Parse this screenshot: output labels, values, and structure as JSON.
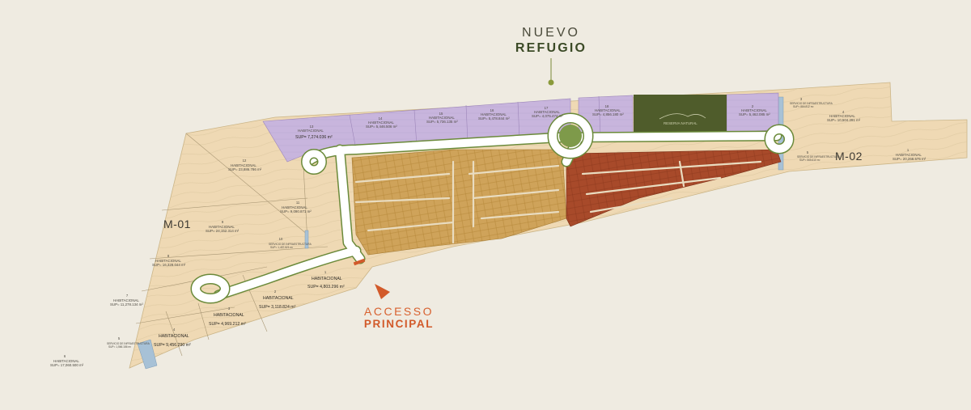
{
  "titles": {
    "nuevo_line1": "NUEVO",
    "nuevo_line2": "REFUGIO",
    "acceso_line1": "ACCESSO",
    "acceso_line2": "PRINCIPAL"
  },
  "zones": {
    "m01": "M-01",
    "m02": "M-02"
  },
  "lots_left": [
    {
      "num": "12",
      "type": "HABITACIONAL",
      "area": "SUP= 23,886.786 m²"
    },
    {
      "num": "11",
      "type": "HABITACIONAL",
      "area": "SUP= 9,090.871 m²"
    },
    {
      "num": "9",
      "type": "HABITACIONAL",
      "area": "SUP= 24,152.314 m²"
    },
    {
      "num": "8",
      "type": "HABITACIONAL",
      "area": "SUP= 16,328.044 m²"
    },
    {
      "num": "7",
      "type": "HABITACIONAL",
      "area": "SUP= 11,278.134 m²"
    },
    {
      "num": "6",
      "type": "HABITACIONAL",
      "area": "SUP= 17,060.500 m²"
    },
    {
      "num": "5",
      "type": "SERVICIO DE INFRAESTRUCTURA",
      "area": "SUP= 1,566.186 m²"
    },
    {
      "num": "10",
      "type": "SERVICIO DE INFRAESTRUCTURA",
      "area": "SUP= 1,457.521 m²"
    }
  ],
  "lots_front": [
    {
      "num": "1",
      "type": "HABITACIONAL",
      "area": "SUP= 4,803.296 m²"
    },
    {
      "num": "2",
      "type": "HABITACIONAL",
      "area": "SUP= 3,118.824 m²"
    },
    {
      "num": "3",
      "type": "HABITACIONAL",
      "area": "SUP= 4,969.212 m²"
    },
    {
      "num": "4",
      "type": "HABITACIONAL",
      "area": "SUP= 9,456.290 m²"
    }
  ],
  "lots_north": [
    {
      "num": "13",
      "type": "HABITACIONAL",
      "area": "SUP= 7,274.036 m²"
    },
    {
      "num": "14",
      "type": "HABITACIONAL",
      "area": "SUP= 5,446.506 m²"
    },
    {
      "num": "15",
      "type": "HABITACIONAL",
      "area": "SUP= 5,736.135 m²"
    },
    {
      "num": "16",
      "type": "HABITACIONAL",
      "area": "SUP= 5,478.844 m²"
    },
    {
      "num": "17",
      "type": "HABITACIONAL",
      "area": "SUP= 4,075.474 m²"
    },
    {
      "num": "18",
      "type": "HABITACIONAL",
      "area": "SUP= 4,856.180 m²"
    },
    {
      "num": "2",
      "type": "HABITACIONAL",
      "area": "SUP= 5,462.085 m²"
    }
  ],
  "lots_east": [
    {
      "num": "4",
      "type": "HABITACIONAL",
      "area": "SUP= 10,504.291 m²"
    },
    {
      "num": "3",
      "type": "SERVICIO DE INFRAESTRUCTURA",
      "area": "SUP= 884.812 m²"
    },
    {
      "num": "5",
      "type": "SERVICIO DE INFRAESTRUCTURA",
      "area": "SUP= 565.610 m²"
    },
    {
      "num": "1",
      "type": "HABITACIONAL",
      "area": "SUP= 20,268.575 m²"
    }
  ],
  "park_label": "RESERVA NATURAL",
  "colors": {
    "background": "#efebe1",
    "land": "#efd9b4",
    "purple_lots": "#c7b3dc",
    "golden_blocks": "#c99a4a",
    "rust_blocks": "#a64628",
    "green_park": "#4f5c2b",
    "road": "#ffffff",
    "accent_orange": "#d25a2a",
    "title_green": "#3b4a26"
  }
}
